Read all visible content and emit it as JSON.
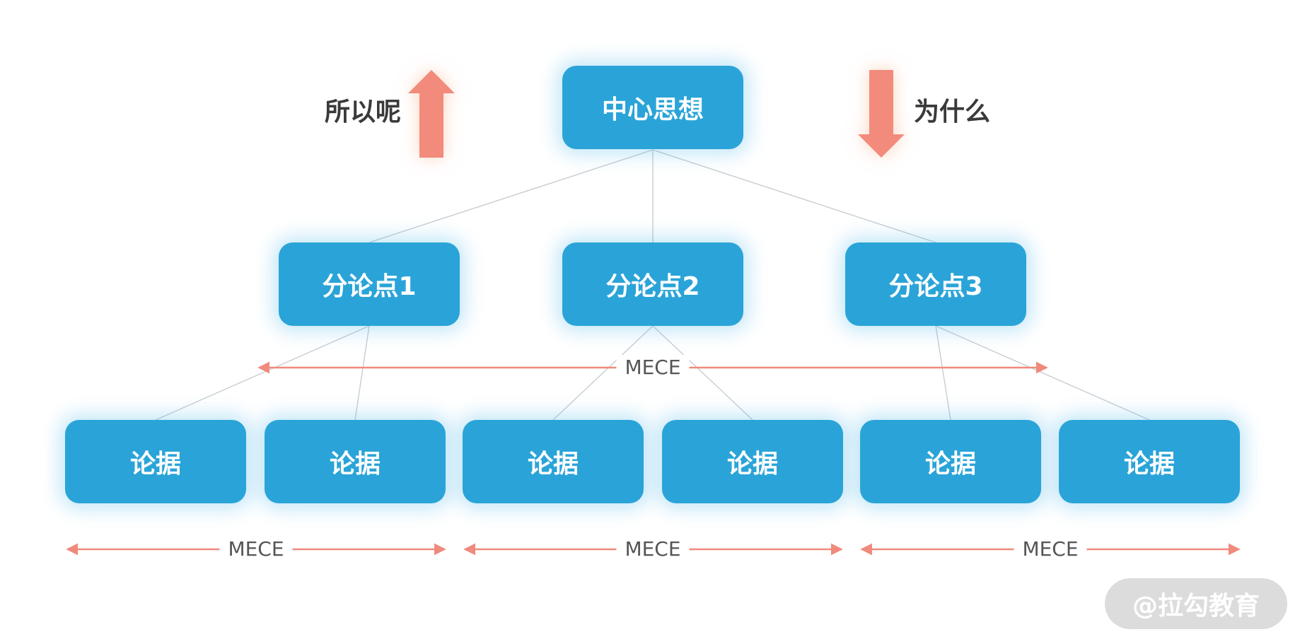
{
  "diagram": {
    "center": "中心思想",
    "sub_points": [
      "分论点1",
      "分论点2",
      "分论点3"
    ],
    "evidence": [
      "论据",
      "论据",
      "论据",
      "论据",
      "论据",
      "论据"
    ],
    "left_label": "所以呢",
    "right_label": "为什么",
    "mece_middle": "MECE",
    "mece_bottom": [
      "MECE",
      "MECE",
      "MECE"
    ]
  },
  "watermark": "@拉勾教育",
  "colors": {
    "box": "#2aa4d8",
    "arrow": "#f28b7c",
    "connector": "#c8cdd2",
    "mece_line": "#f08a7c"
  }
}
